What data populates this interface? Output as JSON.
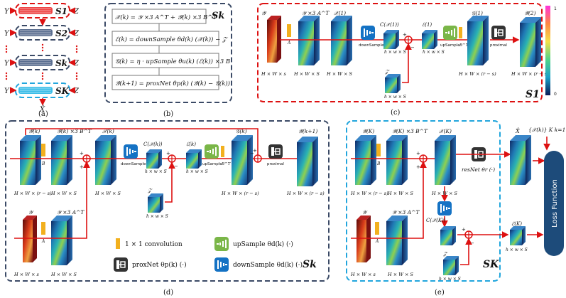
{
  "panel_a": {
    "caption": "(a)",
    "rows": [
      {
        "stage": "S1",
        "left": "Y",
        "right": "Z"
      },
      {
        "stage": "S2",
        "left": "Y",
        "right": "Z"
      },
      {
        "stage": "Sk",
        "left": "Y",
        "right": "Z"
      },
      {
        "stage": "SK",
        "left": "Y",
        "right": "Z"
      }
    ],
    "output": "X̂"
  },
  "panel_b": {
    "caption": "(b)",
    "stage": "Sk",
    "equations": [
      "𝒳(k) = 𝒴 ×3 A^T + 𝒴̂(k) ×3 B^T",
      "ℰ(k) = downSample θd(k) (𝒳(k)) − 𝒵",
      "𝒢(k) = η · upSample θu(k) (ℰ(k)) ×3 B",
      "𝒴̂(k+1) = proxNet θp(k) (𝒴̂(k) − 𝒢(k))"
    ]
  },
  "panel_c": {
    "caption": "(c)",
    "stage": "S1",
    "labels": {
      "y": "𝒴",
      "y_a": "𝒴 ×3 A^T",
      "x1": "𝒳(1)",
      "a": "A",
      "c_x1": "C(𝒳(1))",
      "downsample": "downSample",
      "e1": "ℰ(1)",
      "upsample": "upSample",
      "bt": "B^T",
      "g1": "𝒢(1)",
      "proximal": "proximal",
      "y2": "𝒴̂(2)",
      "z": "𝒵",
      "dim_hws": "H × W × s",
      "dim_hwS": "H × W × S",
      "dim_hws2": "h × w × S",
      "dim_hwrs": "H × W × (r − s)"
    },
    "colorbar": {
      "max": "1",
      "min": "0"
    }
  },
  "panel_d": {
    "caption": "(d)",
    "stage": "Sk",
    "labels": {
      "yk": "𝒴̂(k)",
      "yk_bt": "𝒴̂(k) ×3 B^T",
      "xk": "𝒳(k)",
      "b": "B",
      "c_xk": "C(𝒳(k))",
      "downsample": "downSample",
      "ek": "ℰ(k)",
      "upsample": "upSample",
      "bt": "B^T",
      "gk": "𝒢(k)",
      "proximal": "proximal",
      "yk1": "𝒴̂(k+1)",
      "z": "𝒵",
      "y": "𝒴",
      "y_a": "𝒴 ×3 A^T",
      "a": "A",
      "dim_hwrs": "H × W × (r − s)",
      "dim_hwS": "H × W × S",
      "dim_hws2": "h × w × S",
      "dim_hws": "H × W × s"
    },
    "legend": [
      {
        "icon": "conv",
        "text": "1 × 1 convolution"
      },
      {
        "icon": "upsample",
        "text": "upSample θd(k) (·)"
      },
      {
        "icon": "proxnet",
        "text": "proxNet θp(k) (·)"
      },
      {
        "icon": "downsample",
        "text": "downSample θd(k) (·)"
      }
    ]
  },
  "panel_e": {
    "caption": "(e)",
    "stage": "SK",
    "labels": {
      "yK": "𝒴̂(K)",
      "yK_bt": "𝒴̂(K) ×3 B^T",
      "xK": "𝒳(K)",
      "b": "B",
      "resnet": "resNet θr (·)",
      "xhat": "X̂",
      "set": "{𝒳(k)} K k=1",
      "c_xK": "C(𝒳(K))",
      "eK": "ℰ(K)",
      "z": "𝒵",
      "y": "𝒴",
      "y_a": "𝒴 ×3 A^T",
      "a": "A",
      "loss": "Loss Function",
      "dim_hwrs": "H × W × (r − s)",
      "dim_hwS": "H × W × S",
      "dim_hws2": "h × w × S",
      "dim_hws": "H × W × s"
    }
  },
  "colors": {
    "red": "#dd1111",
    "gray": "#3b4a66",
    "cyan": "#22a6dd",
    "navy": "#1d4b7a",
    "orange": "#f2b01e",
    "green": "#7ab648",
    "blue_icon": "#1472c4"
  }
}
